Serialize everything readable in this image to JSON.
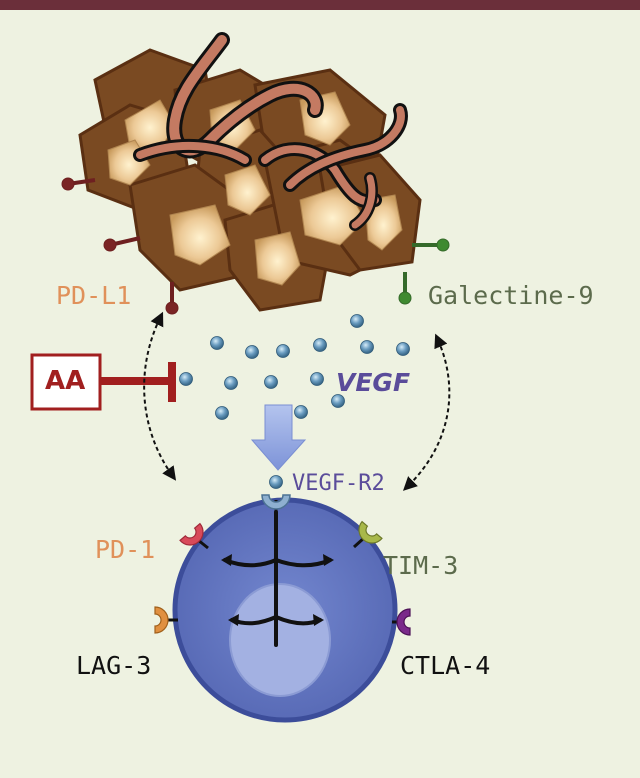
{
  "labels": {
    "pd_l1": "PD-L1",
    "galectine_9": "Galectine-9",
    "aa": "AA",
    "vegf": "VEGF",
    "vegf_r2": "VEGF-R2",
    "pd_1": "PD-1",
    "tim_3": "TIM-3",
    "lag_3": "LAG-3",
    "ctla_4": "CTLA-4"
  },
  "colors": {
    "top_bar": "#6b2f3a",
    "background": "#eef2e1",
    "tumor_cell": "#7a4a22",
    "tumor_outline": "#5a2f12",
    "nucleus": "#e6c48e",
    "vessel": "#c47a62",
    "pd_l1_text": "#e0915a",
    "galectine_text": "#5c6b4c",
    "inhibitor": "#b02a2a",
    "vegf_text": "#5a4c9a",
    "vegf_dot": "#5f91b6",
    "t_cell": "#6a7fc6",
    "t_cell_nucleus": "#9faee0",
    "pd_1_receptor": "#d84a5a",
    "tim_3_receptor": "#a8b84a",
    "lag_3_receptor": "#e09040",
    "ctla_4_receptor": "#7a2a8a",
    "vegf_r2_receptor": "#8eb0d0"
  },
  "icons": [
    "tumor-cell-cluster-icon",
    "blood-vessel-icon",
    "vegf-particle-icon",
    "t-cell-icon",
    "receptor-icon",
    "inhibition-arrow-icon",
    "dashed-interaction-arrow-icon"
  ]
}
